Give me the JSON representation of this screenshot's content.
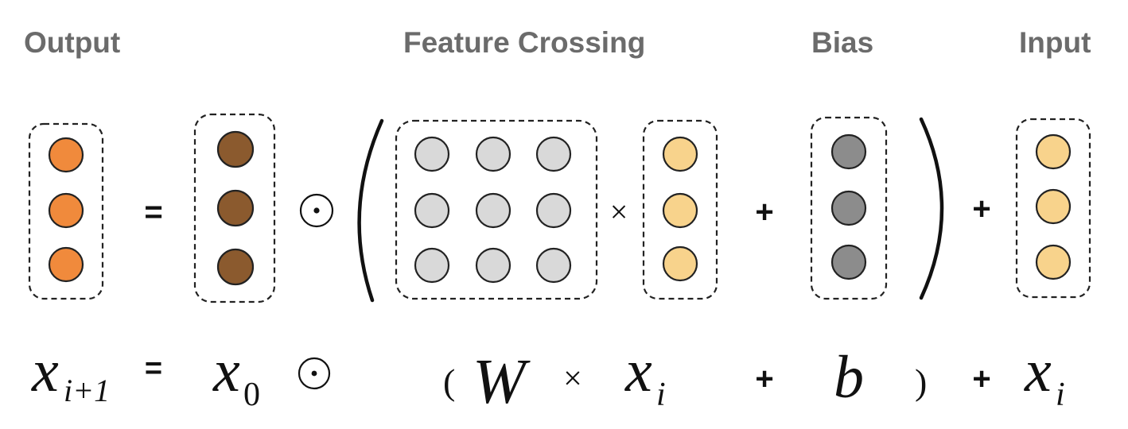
{
  "headings": {
    "output": "Output",
    "feature_crossing": "Feature Crossing",
    "bias": "Bias",
    "input": "Input"
  },
  "colors": {
    "output_node": "#f08a3c",
    "x0_node": "#8b5a2e",
    "weight_node": "#d9d9d9",
    "xi_node": "#f8d38c",
    "bias_node": "#8c8c8c",
    "heading_text": "#6b6b6b"
  },
  "operators": {
    "equals": "=",
    "hadamard": "⊙",
    "times": "×",
    "plus": "+"
  },
  "formula": {
    "x_next": "x",
    "x_next_sub": "i+1",
    "equals": "=",
    "x0": "x",
    "x0_sub": "0",
    "hadamard": "⊙",
    "lparen": "(",
    "W": "W",
    "times": "×",
    "xi": "x",
    "xi_sub": "i",
    "plus1": "+",
    "b": "b",
    "rparen": ")",
    "plus2": "+",
    "xi2": "x",
    "xi2_sub": "i"
  }
}
